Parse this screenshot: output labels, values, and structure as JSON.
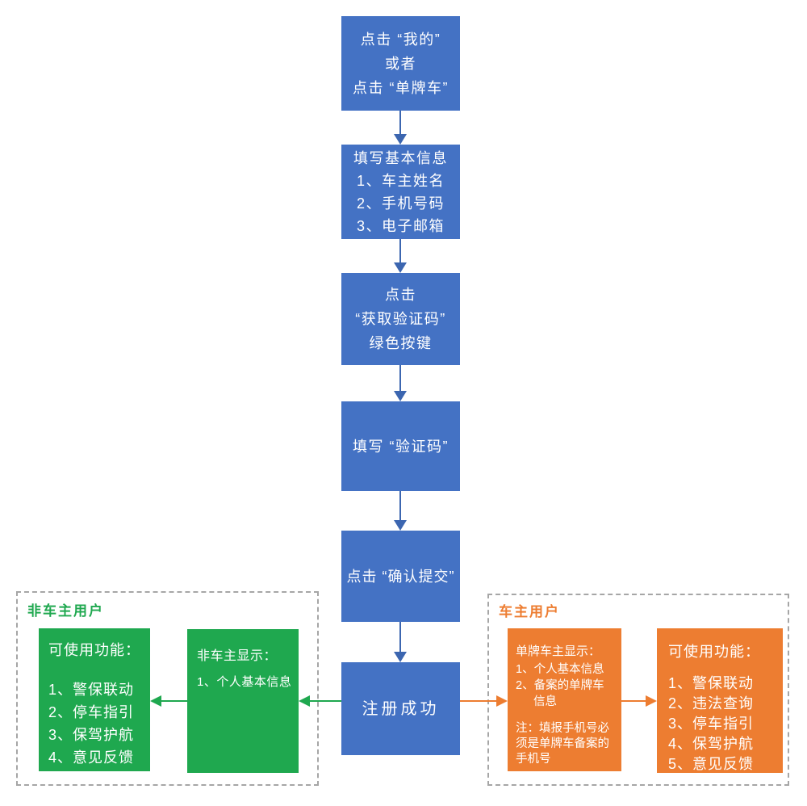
{
  "colors": {
    "box_blue": "#4472c4",
    "arrow_blue": "#3c66b0",
    "green": "#1fa84f",
    "orange": "#ed7d31",
    "dash_gray": "#a6a6a6"
  },
  "flow": {
    "step1": {
      "lines": [
        "点击 “我的”",
        "或者",
        "点击 “单牌车”"
      ]
    },
    "step2": {
      "title": "填写基本信息",
      "items": [
        "1、车主姓名",
        "2、手机号码",
        "3、电子邮箱"
      ]
    },
    "step3": {
      "lines": [
        "点击",
        "“获取验证码”",
        "绿色按键"
      ]
    },
    "step4": {
      "label": "填写 “验证码”"
    },
    "step5": {
      "label": "点击 “确认提交”"
    },
    "step6": {
      "label": "注册成功"
    }
  },
  "non_owner_group": {
    "title": "非车主用户",
    "features_box": {
      "title": "可使用功能：",
      "items": [
        "1、警保联动",
        "2、停车指引",
        "3、保驾护航",
        "4、意见反馈"
      ]
    },
    "display_box": {
      "title": "非车主显示：",
      "items": [
        "1、个人基本信息"
      ]
    }
  },
  "owner_group": {
    "title": "车主用户",
    "display_box": {
      "title": "单牌车主显示：",
      "items": [
        "1、个人基本信息",
        "2、备案的单牌车信息"
      ],
      "note": "注：填报手机号必须是单牌车备案的手机号"
    },
    "features_box": {
      "title": "可使用功能：",
      "items": [
        "1、警保联动",
        "2、违法查询",
        "3、停车指引",
        "4、保驾护航",
        "5、意见反馈"
      ]
    }
  }
}
